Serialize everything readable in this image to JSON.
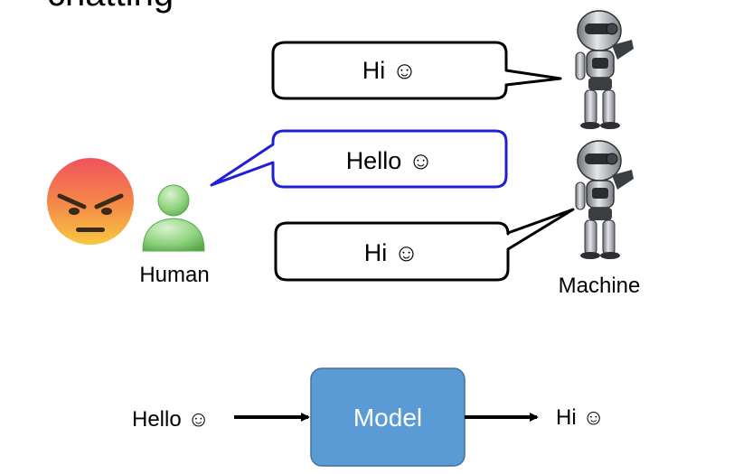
{
  "slide": {
    "title_fragment": "chatting"
  },
  "dialogue": {
    "bubble_1": "Hi ☺",
    "bubble_2": "Hello ☺",
    "bubble_3": "Hi ☺",
    "human_label": "Human",
    "machine_label": "Machine"
  },
  "pipeline": {
    "input": "Hello ☺",
    "model": "Model",
    "output": "Hi ☺"
  },
  "colors": {
    "bubble_highlight": "#1f1fd6",
    "model_fill": "#5b9bd5",
    "human_icon": "#7bc86c",
    "angry_face": "#f39a3a"
  },
  "icons": {
    "robot": "robot-icon",
    "human": "user-icon",
    "emotion": "angry-face-icon"
  }
}
